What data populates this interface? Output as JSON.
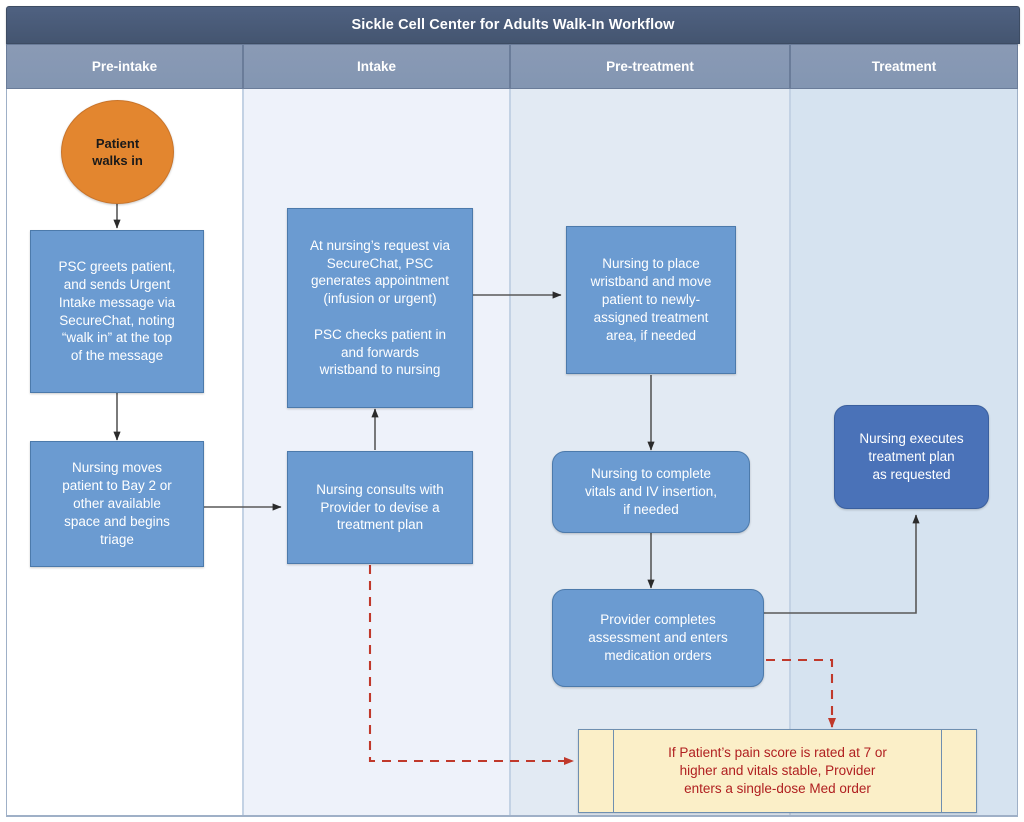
{
  "diagram": {
    "title": "Sickle Cell Center for Adults Walk-In Workflow",
    "lanes": [
      {
        "label": "Pre-intake",
        "color": "#ffffff"
      },
      {
        "label": "Intake",
        "color": "#eef2fa"
      },
      {
        "label": "Pre-treatment",
        "color": "#e2eaf3"
      },
      {
        "label": "Treatment",
        "color": "#d6e3f0"
      }
    ],
    "colors": {
      "title_bar": "#4f6181",
      "lane_header": "#8a9ab5",
      "process": "#6b9bd1",
      "process_dark": "#4a72b8",
      "start": "#e3862f",
      "note_fill": "#fbefc8",
      "note_text": "#b01f20",
      "connector": "#595959",
      "connector_dashed": "#c0392b"
    },
    "nodes": {
      "patient_walks_in": "Patient\nwalks in",
      "psc_greets": "PSC greets patient,\nand sends Urgent\nIntake message via\nSecureChat, noting\n“walk in” at the top\nof the message",
      "nursing_moves": "Nursing moves\npatient to Bay 2 or\nother available\nspace and begins\ntriage",
      "psc_generates": "At nursing’s request via\nSecureChat, PSC\ngenerates appointment\n(infusion or urgent)\n\nPSC checks patient in\nand forwards\nwristband to nursing",
      "nursing_consults": "Nursing consults with\nProvider to devise a\ntreatment plan",
      "nursing_wristband": "Nursing to place\nwristband and move\npatient to newly-\nassigned treatment\narea, if needed",
      "nursing_vitals": "Nursing to complete\nvitals and IV insertion,\nif needed",
      "provider_assessment": "Provider completes\nassessment and enters\nmedication orders",
      "nursing_executes": "Nursing executes\ntreatment plan\nas requested",
      "pain_score_note": "If Patient’s pain score is rated at 7 or\nhigher and vitals stable, Provider\nenters a single-dose Med order"
    }
  }
}
